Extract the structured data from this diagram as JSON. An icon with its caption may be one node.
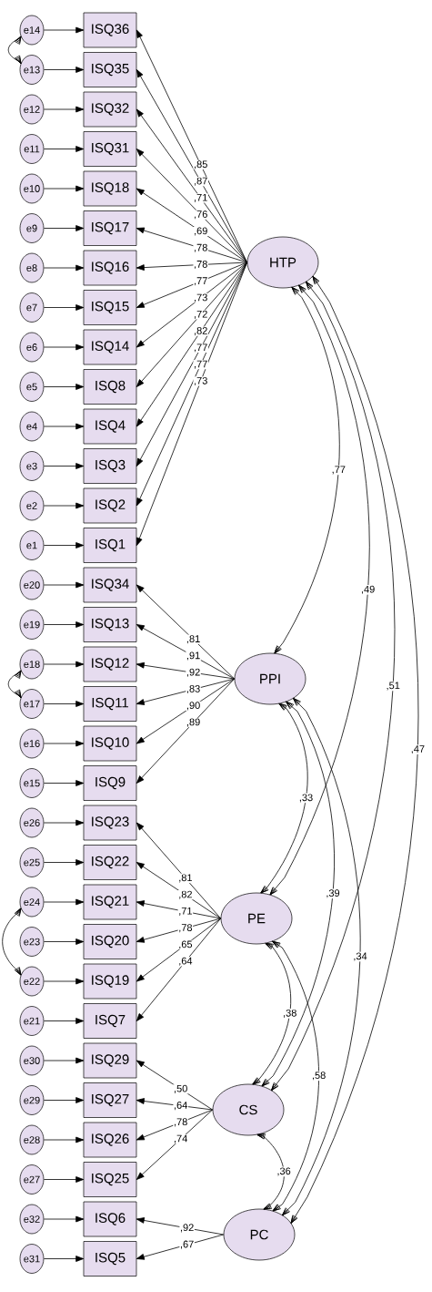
{
  "diagram": {
    "nodes": [
      {
        "text": [
          "e14"
        ]
      },
      {
        "text": [
          "ISQ36"
        ]
      },
      {
        "text": [
          "e13"
        ]
      },
      {
        "text": [
          "ISQ35"
        ]
      },
      {
        "text": [
          "e12"
        ]
      },
      {
        "text": [
          "ISQ32"
        ]
      },
      {
        "text": [
          "e11"
        ]
      },
      {
        "text": [
          "ISQ31"
        ]
      },
      {
        "text": [
          "e10"
        ]
      },
      {
        "text": [
          "ISQ18"
        ]
      },
      {
        "text": [
          "e9"
        ]
      },
      {
        "text": [
          "ISQ17"
        ]
      },
      {
        "text": [
          "e8"
        ]
      },
      {
        "text": [
          "ISQ16"
        ]
      },
      {
        "text": [
          "e7"
        ]
      },
      {
        "text": [
          "ISQ15"
        ]
      },
      {
        "text": [
          "e6"
        ]
      },
      {
        "text": [
          "ISQ14"
        ]
      },
      {
        "text": [
          "e5"
        ]
      },
      {
        "text": [
          "ISQ8"
        ]
      },
      {
        "text": [
          "e4"
        ]
      },
      {
        "text": [
          "ISQ4"
        ]
      },
      {
        "text": [
          "e3"
        ]
      },
      {
        "text": [
          "ISQ3"
        ]
      },
      {
        "text": [
          "e2"
        ]
      },
      {
        "text": [
          "ISQ2"
        ]
      },
      {
        "text": [
          "e1"
        ]
      },
      {
        "text": [
          "ISQ1"
        ]
      },
      {
        "text": [
          "e20"
        ]
      },
      {
        "text": [
          "ISQ34"
        ]
      },
      {
        "text": [
          "e19"
        ]
      },
      {
        "text": [
          "ISQ13"
        ]
      },
      {
        "text": [
          "e18"
        ]
      },
      {
        "text": [
          "ISQ12"
        ]
      },
      {
        "text": [
          "e17"
        ]
      },
      {
        "text": [
          "ISQ11"
        ]
      },
      {
        "text": [
          "e16"
        ]
      },
      {
        "text": [
          "ISQ10"
        ]
      },
      {
        "text": [
          "e15"
        ]
      },
      {
        "text": [
          "ISQ9"
        ]
      },
      {
        "text": [
          "e26"
        ]
      },
      {
        "text": [
          "ISQ23"
        ]
      },
      {
        "text": [
          "e25"
        ]
      },
      {
        "text": [
          "ISQ22"
        ]
      },
      {
        "text": [
          "e24"
        ]
      },
      {
        "text": [
          "ISQ21"
        ]
      },
      {
        "text": [
          "e23"
        ]
      },
      {
        "text": [
          "ISQ20"
        ]
      },
      {
        "text": [
          "e22"
        ]
      },
      {
        "text": [
          "ISQ19"
        ]
      },
      {
        "text": [
          "e21"
        ]
      },
      {
        "text": [
          "ISQ7"
        ]
      },
      {
        "text": [
          "e30"
        ]
      },
      {
        "text": [
          "ISQ29"
        ]
      },
      {
        "text": [
          "e29"
        ]
      },
      {
        "text": [
          "ISQ27"
        ]
      },
      {
        "text": [
          "e28"
        ]
      },
      {
        "text": [
          "ISQ26"
        ]
      },
      {
        "text": [
          "e27"
        ]
      },
      {
        "text": [
          "ISQ25"
        ]
      },
      {
        "text": [
          "e32"
        ]
      },
      {
        "text": [
          "ISQ6"
        ]
      },
      {
        "text": [
          "e31"
        ]
      },
      {
        "text": [
          "ISQ5"
        ]
      },
      {
        "text": [
          "HTP"
        ]
      },
      {
        "text": [
          "PPI"
        ]
      },
      {
        "text": [
          "PE"
        ]
      },
      {
        "text": [
          "CS"
        ]
      },
      {
        "text": [
          "PC"
        ]
      }
    ],
    "edges": [
      {
        "from": 0,
        "to": 1,
        "arrow": "to"
      },
      {
        "from": 2,
        "to": 3,
        "arrow": "to"
      },
      {
        "from": 4,
        "to": 5,
        "arrow": "to"
      },
      {
        "from": 6,
        "to": 7,
        "arrow": "to"
      },
      {
        "from": 8,
        "to": 9,
        "arrow": "to"
      },
      {
        "from": 10,
        "to": 11,
        "arrow": "to"
      },
      {
        "from": 12,
        "to": 13,
        "arrow": "to"
      },
      {
        "from": 14,
        "to": 15,
        "arrow": "to"
      },
      {
        "from": 16,
        "to": 17,
        "arrow": "to"
      },
      {
        "from": 18,
        "to": 19,
        "arrow": "to"
      },
      {
        "from": 20,
        "to": 21,
        "arrow": "to"
      },
      {
        "from": 22,
        "to": 23,
        "arrow": "to"
      },
      {
        "from": 24,
        "to": 25,
        "arrow": "to"
      },
      {
        "from": 26,
        "to": 27,
        "arrow": "to"
      },
      {
        "from": 28,
        "to": 29,
        "arrow": "to"
      },
      {
        "from": 30,
        "to": 31,
        "arrow": "to"
      },
      {
        "from": 32,
        "to": 33,
        "arrow": "to"
      },
      {
        "from": 34,
        "to": 35,
        "arrow": "to"
      },
      {
        "from": 36,
        "to": 37,
        "arrow": "to"
      },
      {
        "from": 38,
        "to": 39,
        "arrow": "to"
      },
      {
        "from": 40,
        "to": 41,
        "arrow": "to"
      },
      {
        "from": 42,
        "to": 43,
        "arrow": "to"
      },
      {
        "from": 44,
        "to": 45,
        "arrow": "to"
      },
      {
        "from": 46,
        "to": 47,
        "arrow": "to"
      },
      {
        "from": 48,
        "to": 49,
        "arrow": "to"
      },
      {
        "from": 50,
        "to": 51,
        "arrow": "to"
      },
      {
        "from": 52,
        "to": 53,
        "arrow": "to"
      },
      {
        "from": 54,
        "to": 55,
        "arrow": "to"
      },
      {
        "from": 56,
        "to": 57,
        "arrow": "to"
      },
      {
        "from": 58,
        "to": 59,
        "arrow": "to"
      },
      {
        "from": 60,
        "to": 61,
        "arrow": "to"
      },
      {
        "from": 62,
        "to": 63,
        "arrow": "to"
      },
      {
        "from": 64,
        "to": 1,
        "arrow": "to",
        "label": ",85"
      },
      {
        "from": 64,
        "to": 3,
        "arrow": "to",
        "label": ",87"
      },
      {
        "from": 64,
        "to": 5,
        "arrow": "to",
        "label": ",71"
      },
      {
        "from": 64,
        "to": 7,
        "arrow": "to",
        "label": ",76"
      },
      {
        "from": 64,
        "to": 9,
        "arrow": "to",
        "label": ",69"
      },
      {
        "from": 64,
        "to": 11,
        "arrow": "to",
        "label": ",78"
      },
      {
        "from": 64,
        "to": 13,
        "arrow": "to",
        "label": ",78"
      },
      {
        "from": 64,
        "to": 15,
        "arrow": "to",
        "label": ",77"
      },
      {
        "from": 64,
        "to": 17,
        "arrow": "to",
        "label": ",73"
      },
      {
        "from": 64,
        "to": 19,
        "arrow": "to",
        "label": ",72"
      },
      {
        "from": 64,
        "to": 21,
        "arrow": "to",
        "label": ",82"
      },
      {
        "from": 64,
        "to": 23,
        "arrow": "to",
        "label": ",77"
      },
      {
        "from": 64,
        "to": 25,
        "arrow": "to",
        "label": ",77"
      },
      {
        "from": 64,
        "to": 27,
        "arrow": "to",
        "label": ",73"
      },
      {
        "from": 65,
        "to": 29,
        "arrow": "to",
        "label": ",81"
      },
      {
        "from": 65,
        "to": 31,
        "arrow": "to",
        "label": ",91"
      },
      {
        "from": 65,
        "to": 33,
        "arrow": "to",
        "label": ",92"
      },
      {
        "from": 65,
        "to": 35,
        "arrow": "to",
        "label": ",83"
      },
      {
        "from": 65,
        "to": 37,
        "arrow": "to",
        "label": ",90"
      },
      {
        "from": 65,
        "to": 39,
        "arrow": "to",
        "label": ",89"
      },
      {
        "from": 66,
        "to": 41,
        "arrow": "to",
        "label": ",81"
      },
      {
        "from": 66,
        "to": 43,
        "arrow": "to",
        "label": ",82"
      },
      {
        "from": 66,
        "to": 45,
        "arrow": "to",
        "label": ",71"
      },
      {
        "from": 66,
        "to": 47,
        "arrow": "to",
        "label": ",78"
      },
      {
        "from": 66,
        "to": 49,
        "arrow": "to",
        "label": ",65"
      },
      {
        "from": 66,
        "to": 51,
        "arrow": "to",
        "label": ",64"
      },
      {
        "from": 67,
        "to": 53,
        "arrow": "to",
        "label": ",50"
      },
      {
        "from": 67,
        "to": 55,
        "arrow": "to",
        "label": ",64"
      },
      {
        "from": 67,
        "to": 57,
        "arrow": "to",
        "label": ",78"
      },
      {
        "from": 67,
        "to": 59,
        "arrow": "to",
        "label": ",74"
      },
      {
        "from": 68,
        "to": 61,
        "arrow": "to",
        "label": ",92"
      },
      {
        "from": 68,
        "to": 63,
        "arrow": "to",
        "label": ",67"
      },
      {
        "from": 64,
        "to": 65,
        "arrow": "both",
        "label": ",77"
      },
      {
        "from": 64,
        "to": 66,
        "arrow": "both",
        "label": ",49"
      },
      {
        "from": 64,
        "to": 67,
        "arrow": "both",
        "label": ",51"
      },
      {
        "from": 64,
        "to": 68,
        "arrow": "both",
        "label": ",47"
      },
      {
        "from": 65,
        "to": 66,
        "arrow": "both",
        "label": ",33"
      },
      {
        "from": 65,
        "to": 67,
        "arrow": "both",
        "label": ",39"
      },
      {
        "from": 65,
        "to": 68,
        "arrow": "both",
        "label": ",34"
      },
      {
        "from": 66,
        "to": 67,
        "arrow": "both",
        "label": ",38"
      },
      {
        "from": 66,
        "to": 68,
        "arrow": "both",
        "label": ",58"
      },
      {
        "from": 67,
        "to": 68,
        "arrow": "both",
        "label": ",36"
      },
      {
        "from": 0,
        "to": 2,
        "arrow": "both"
      },
      {
        "from": 32,
        "to": 34,
        "arrow": "both"
      },
      {
        "from": 44,
        "to": 48,
        "arrow": "both"
      }
    ]
  }
}
